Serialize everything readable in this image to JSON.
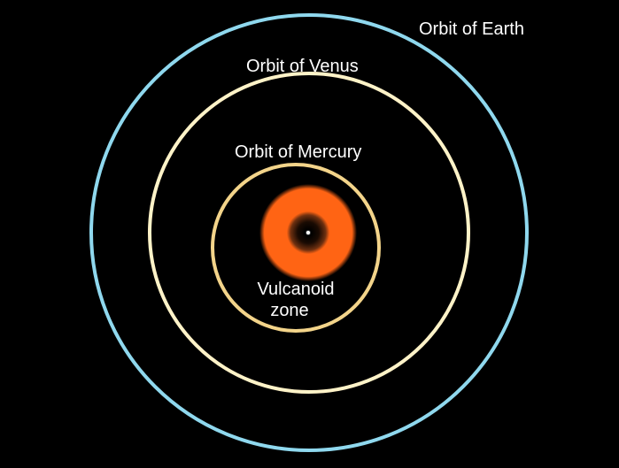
{
  "labels": {
    "earth_orbit": "Orbit of Earth",
    "venus_orbit": "Orbit of Venus",
    "mercury_orbit": "Orbit of Mercury",
    "vulcanoid_zone_line1": "Vulcanoid",
    "vulcanoid_zone_line2": "zone"
  },
  "colors": {
    "background": "#000000",
    "earth_orbit": "#8fd8ee",
    "venus_orbit": "#fff3c8",
    "mercury_orbit": "#f3d48a",
    "vulcanoid_zone": "#ff6414",
    "sun": "#ffffff",
    "label": "#ffffff"
  }
}
